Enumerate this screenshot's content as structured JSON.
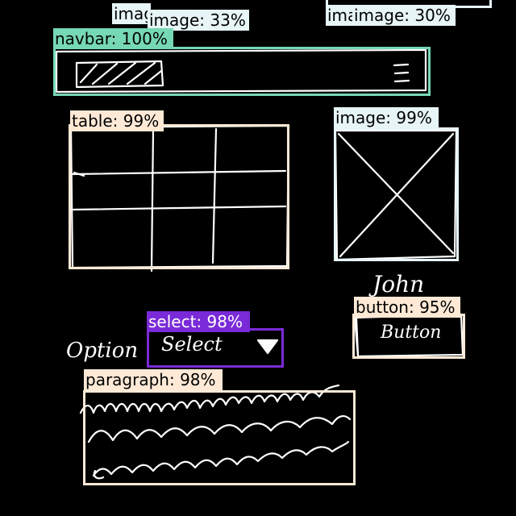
{
  "detections": {
    "image_top_a": "imag",
    "image_top_b": "image: 33%",
    "image_top_c": "ima",
    "image_top_d": "image: 30%",
    "navbar": "navbar: 100%",
    "table": "table: 99%",
    "image_right": "image: 99%",
    "select": "select: 98%",
    "button": "button: 95%",
    "paragraph": "paragraph: 98%"
  },
  "sketch_text": {
    "john": "John",
    "option": "Option",
    "select_value": "Select",
    "button_label": "Button"
  },
  "colors": {
    "background": "#000000",
    "image": "#e7f5f6",
    "navbar": "#76d8b4",
    "table": "#fde9d6",
    "select": "#7a2ad8",
    "sketch_stroke": "#ffffff"
  },
  "icons": {
    "navbar_menu": "hamburger-icon",
    "select_caret": "caret-down-icon",
    "image_placeholder": "image-placeholder-icon"
  }
}
